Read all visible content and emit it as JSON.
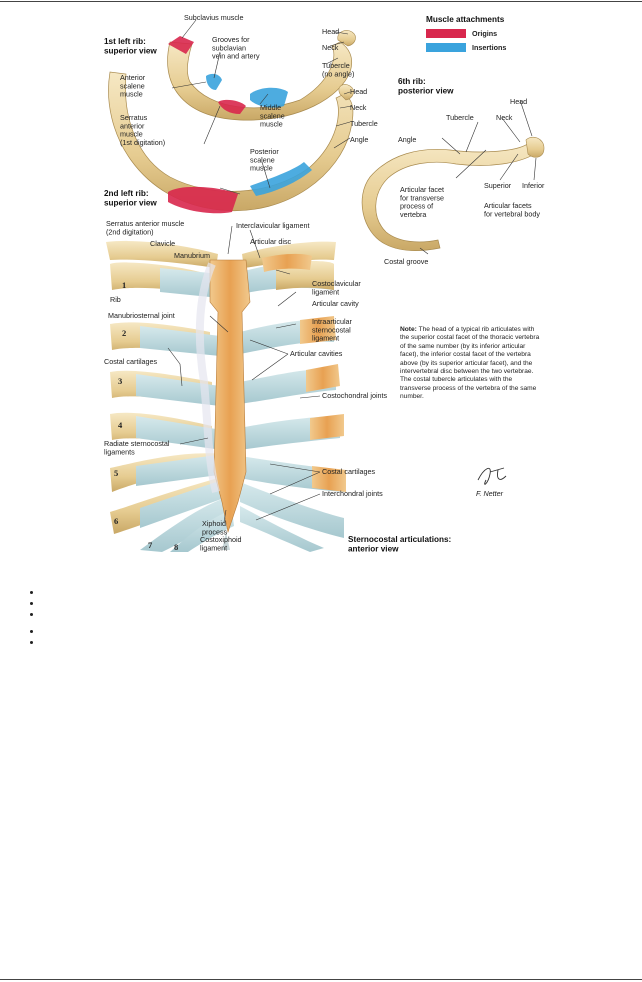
{
  "page": {
    "bullets": [
      "",
      "",
      "",
      "",
      ""
    ]
  },
  "colors": {
    "origins": "#d8274d",
    "insertions": "#3aa3dd",
    "bone": "#efdcb0",
    "bone_shade": "#c9a866",
    "cartilage": "#b9d7dc",
    "marrow": "#e9a35a"
  },
  "legend": {
    "title": "Muscle attachments",
    "origins": "Origins",
    "insertions": "Insertions"
  },
  "views": {
    "rib1": "1st left rib:\nsuperior view",
    "rib2": "2nd left rib:\nsuperior view",
    "rib6": "6th rib:\nposterior view",
    "sternocostal": "Sternocostal articulations:\nanterior view"
  },
  "labels": {
    "subclavius_muscle": "Subclavius muscle",
    "grooves": "Grooves for\nsubclavian\nvein and artery",
    "anterior_scalene": "Anterior\nscalene\nmuscle",
    "serratus_1st": "Serratus\nanterior\nmuscle\n(1st digitation)",
    "middle_scalene": "Middle\nscalene\nmuscle",
    "posterior_scalene": "Posterior\nscalene\nmuscle",
    "serratus_2nd": "Serratus anterior muscle\n(2nd digitation)",
    "head1": "Head",
    "neck1": "Neck",
    "tubercle1": "Tubercle\n(no angle)",
    "head2": "Head",
    "neck2": "Neck",
    "tubercle2": "Tubercle",
    "angle2": "Angle",
    "head6": "Head",
    "neck6": "Neck",
    "tubercle6": "Tubercle",
    "angle6": "Angle",
    "artic_facet_transverse": "Articular facet\nfor transverse\nprocess of\nvertebra",
    "superior": "Superior",
    "inferior": "Inferior",
    "artic_facets_body": "Articular facets\nfor vertebral body",
    "costal_groove": "Costal groove",
    "interclavicular": "Interclavicular ligament",
    "articular_disc": "Articular disc",
    "clavicle": "Clavicle",
    "manubrium": "Manubrium",
    "costoclavicular": "Costoclavicular\nligament",
    "articular_cavity": "Articular cavity",
    "rib": "Rib",
    "manubriosternal": "Manubriosternal joint",
    "intraarticular": "Intraarticular\nsternocostal\nligament",
    "articular_cavities": "Articular cavities",
    "costal_cartilages_left": "Costal cartilages",
    "costochondral": "Costochondral joints",
    "radiate": "Radiate sternocostal\nligaments",
    "costal_cartilages_right": "Costal cartilages",
    "interchondral": "Interchondral joints",
    "xiphoid": "Xiphoid\nprocess",
    "costoxiphoid": "Costoxiphoid\nligament"
  },
  "rib_numbers": [
    "1",
    "2",
    "3",
    "4",
    "5",
    "6",
    "7",
    "8"
  ],
  "note": {
    "lead": "Note:",
    "text": " The head of a typical rib articulates with the superior costal facet of the thoracic vertebra of the same number (by its inferior articular facet), the inferior costal facet of the vertebra above (by its superior articular facet), and the intervertebral disc between the two vertebrae. The costal tubercle articulates with the transverse process of the vertebra of the same number."
  },
  "signature": "F. Netter"
}
